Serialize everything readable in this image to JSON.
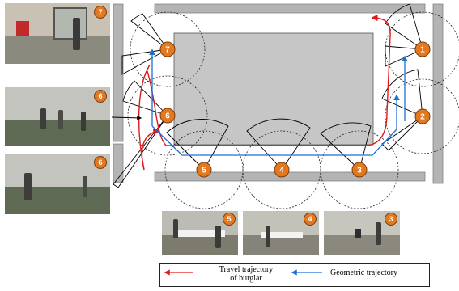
{
  "colors": {
    "wall": "#b4b4b4",
    "room": "#c6c6c6",
    "node": "#e2791f",
    "travel": "#e01a1a",
    "geometric": "#1a6fd6"
  },
  "nodes": [
    {
      "id": "node-1",
      "label": "1"
    },
    {
      "id": "node-2",
      "label": "2"
    },
    {
      "id": "node-3",
      "label": "3"
    },
    {
      "id": "node-4",
      "label": "4"
    },
    {
      "id": "node-5",
      "label": "5"
    },
    {
      "id": "node-6",
      "label": "6"
    },
    {
      "id": "node-7",
      "label": "7"
    }
  ],
  "thumbnails": {
    "left": [
      {
        "label": "7"
      },
      {
        "label": "6"
      },
      {
        "label": "6"
      }
    ],
    "bottom": [
      {
        "label": "5"
      },
      {
        "label": "4"
      },
      {
        "label": "3"
      }
    ]
  },
  "legend": {
    "travel_line1": "Travel trajectory",
    "travel_line2": "of burglar",
    "geometric": "Geometric trajectory"
  }
}
